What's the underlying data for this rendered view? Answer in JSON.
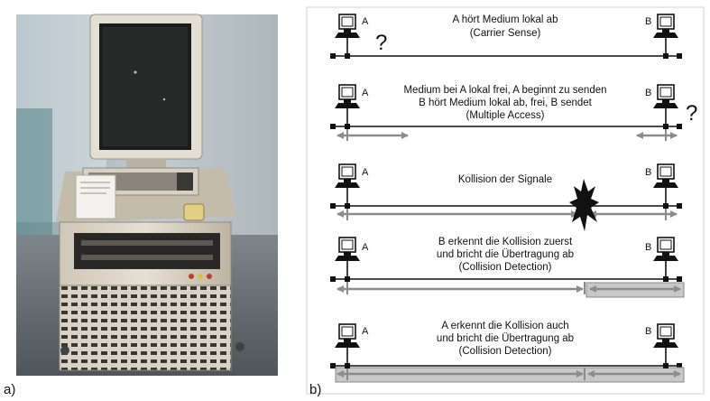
{
  "panel_a": {
    "label": "a)"
  },
  "panel_b": {
    "label": "b)",
    "station_a": "A",
    "station_b": "B",
    "question_mark": "?",
    "scenarios": [
      {
        "lines": [
          "A hört Medium lokal ab",
          "(Carrier Sense)"
        ]
      },
      {
        "lines": [
          "Medium bei A lokal frei, A beginnt zu senden",
          "B hört Medium lokal ab, frei, B sendet",
          "(Multiple Access)"
        ]
      },
      {
        "lines": [
          "Kollision der Signale"
        ]
      },
      {
        "lines": [
          "B erkennt die Kollision zuerst",
          "und bricht die Übertragung ab",
          "(Collision Detection)"
        ]
      },
      {
        "lines": [
          "A erkennt die Kollision auch",
          "und bricht die Übertragung ab",
          "(Collision Detection)"
        ]
      }
    ]
  },
  "colors": {
    "cable": "#111111",
    "signal_arrow": "#8c8c8c",
    "jam_box": "#c8c8c8",
    "photo_background": "#a9b4b8",
    "computer_beige": "#d9d2c3"
  },
  "icons": [
    "workstation-icon",
    "collision-burst-icon",
    "xerox-alto-photo"
  ]
}
